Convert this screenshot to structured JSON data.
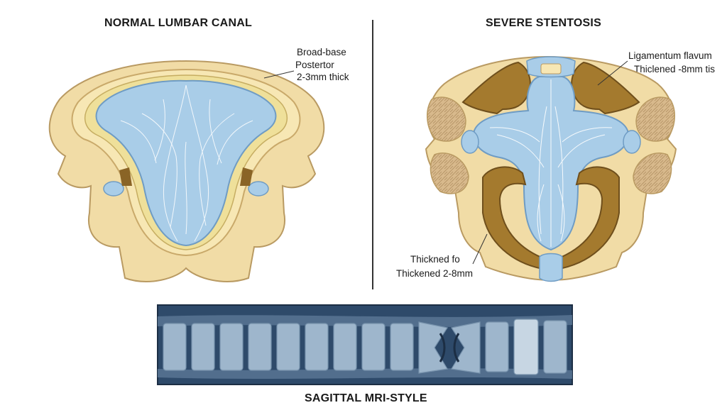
{
  "panels": {
    "normal": {
      "title": "NORMAL LUMBAR CANAL",
      "labels": [
        "Broad-base",
        "Postertor",
        "2-3mm thick"
      ]
    },
    "severe": {
      "title": "SEVERE STENTOSIS",
      "labels_top": [
        "Ligamentum flavum",
        "Thiclened -8mm tis"
      ],
      "labels_bottom": [
        "Thickned fo",
        "Thickened 2-8mm"
      ]
    },
    "mri": {
      "title": "SAGITTAL MRI-STYLE"
    }
  },
  "colors": {
    "bone": "#f1dca6",
    "bone_outline": "#b99a62",
    "csf": "#a9cde8",
    "csf_outline": "#6f9cc4",
    "ligament": "#a47a2e",
    "ligament_dark": "#6f4f1c",
    "facet": "#c9a77a",
    "mri_bg": "#2e4a6a",
    "mri_disc": "#9eb6cc",
    "divider": "#333333"
  }
}
